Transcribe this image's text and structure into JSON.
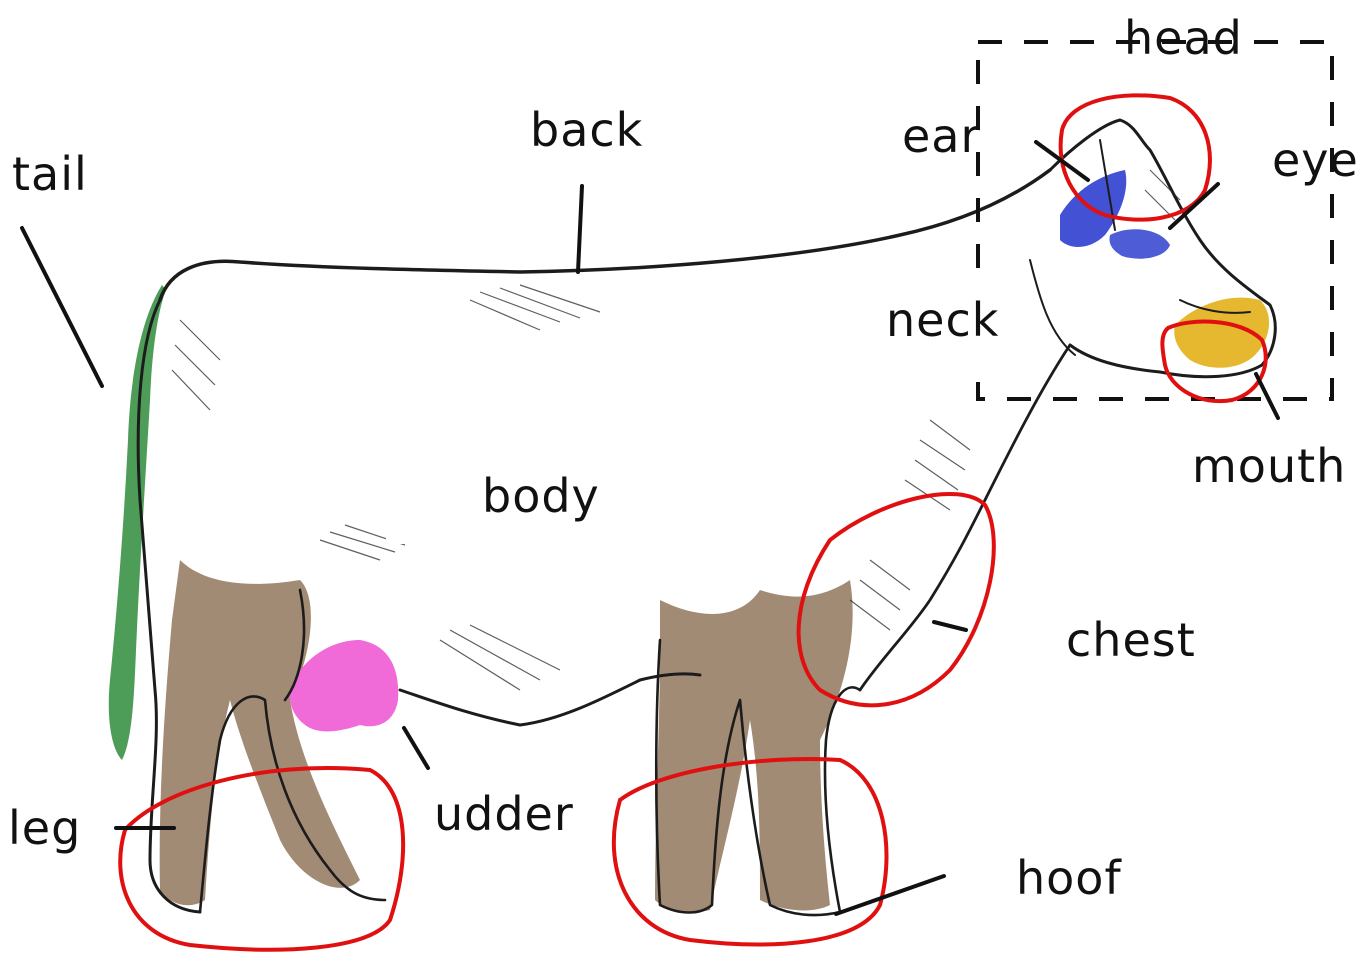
{
  "labels": {
    "head": "head",
    "ear": "ear",
    "eye": "eye",
    "back": "back",
    "tail": "tail",
    "neck": "neck",
    "mouth": "mouth",
    "body": "body",
    "chest": "chest",
    "udder": "udder",
    "leg": "leg",
    "hoof": "hoof"
  },
  "colors": {
    "highlight_circle": "#e01010",
    "tail": "#2e8b3a",
    "ear_eye": "#2233cc",
    "mouth": "#e6b830",
    "udder": "#f06ad8",
    "legs": "#7a5a3a"
  }
}
